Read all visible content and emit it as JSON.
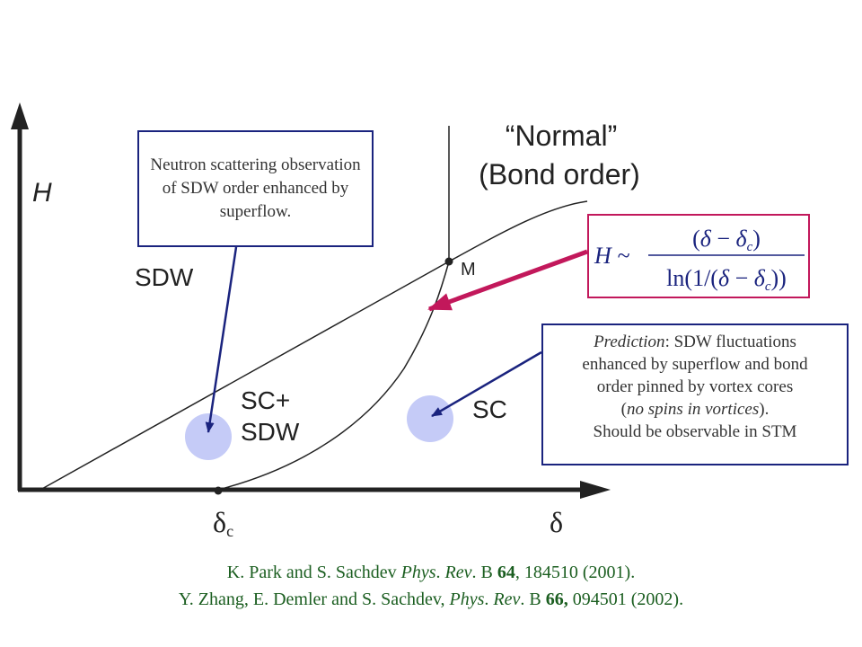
{
  "axes": {
    "y_label": "H",
    "x_label": "δ",
    "x_crit_main": "δ",
    "x_crit_sub": "c"
  },
  "regions": {
    "normal_line1": "“Normal”",
    "normal_line2": "(Bond order)",
    "sdw": "SDW",
    "sc_sdw_line1": "SC+",
    "sc_sdw_line2": "SDW",
    "sc": "SC",
    "point_m": "M"
  },
  "neutron_box": {
    "text": "Neutron scattering observation of SDW order enhanced by superflow."
  },
  "prediction_box": {
    "line1_em": "Prediction",
    "line1_rest": ": SDW fluctuations",
    "line2": "enhanced by superflow and bond",
    "line3": "order pinned by vortex cores",
    "line4_open": "(",
    "line4_em": "no spins in vortices",
    "line4_close": ").",
    "line5": "Should be observable in STM"
  },
  "formula": {
    "lhs": "H ~",
    "num_open": "(",
    "num_delta": "δ",
    "num_minus": " − ",
    "num_delta_c": "δ",
    "num_sub": "c",
    "num_close": ")",
    "den_ln": "ln",
    "den_open": "(",
    "den_one": "1",
    "den_slash": "/",
    "den_open2": "(",
    "den_delta": "δ",
    "den_minus": " − ",
    "den_delta_c": "δ",
    "den_sub": "c",
    "den_close": "))"
  },
  "references": {
    "ref1_authors": "K. Park and S. Sachdev ",
    "ref1_journal_a": "Phys",
    "ref1_dot1": ". ",
    "ref1_journal_b": "Rev",
    "ref1_dot2": ". B ",
    "ref1_volume": "64",
    "ref1_rest": ", 184510 (2001).",
    "ref2_authors": "Y. Zhang, E. Demler and S. Sachdev, ",
    "ref2_journal_a": "Phys",
    "ref2_dot1": ". ",
    "ref2_journal_b": "Rev",
    "ref2_dot2": ". B ",
    "ref2_volume": "66,",
    "ref2_rest": " 094501 (2002)."
  },
  "colors": {
    "axis": "#222222",
    "blue_box": "#1a237e",
    "magenta": "#c2185b",
    "circle_fill": "#c5cbf7",
    "reference_text": "#1b5e20"
  }
}
